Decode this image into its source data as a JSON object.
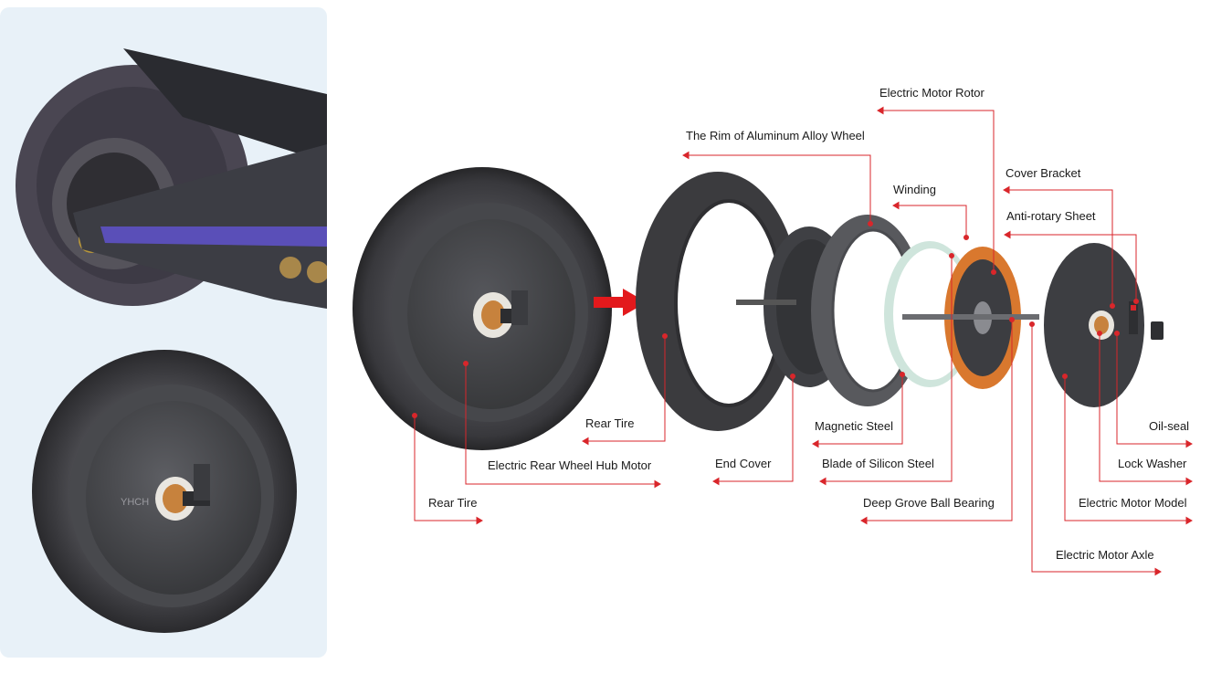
{
  "colors": {
    "leader_line": "#d9262b",
    "arrow": "#e3191c",
    "tire": "#3b3b3e",
    "hub": "#4a4b4f",
    "winding": "#d9782e",
    "silicon_ring": "#cfe5dc",
    "panel_bg": "#e8f1f8"
  },
  "photo_logo_text": "YHCH",
  "callouts": [
    {
      "id": "rear-tire-left",
      "text": "Rear Tire"
    },
    {
      "id": "hub-motor",
      "text": "Electric Rear Wheel Hub Motor"
    },
    {
      "id": "rear-tire-mid",
      "text": "Rear Tire"
    },
    {
      "id": "end-cover",
      "text": "End Cover"
    },
    {
      "id": "rim",
      "text": "The Rim of Aluminum Alloy Wheel"
    },
    {
      "id": "magnetic-steel",
      "text": "Magnetic Steel"
    },
    {
      "id": "blade-silicon",
      "text": "Blade of Silicon Steel"
    },
    {
      "id": "winding",
      "text": "Winding"
    },
    {
      "id": "ball-bearing",
      "text": "Deep Grove Ball Bearing"
    },
    {
      "id": "rotor",
      "text": "Electric Motor Rotor"
    },
    {
      "id": "cover-bracket",
      "text": "Cover Bracket"
    },
    {
      "id": "anti-rotary",
      "text": "Anti-rotary Sheet"
    },
    {
      "id": "axle",
      "text": "Electric Motor Axle"
    },
    {
      "id": "oil-seal",
      "text": "Oil-seal"
    },
    {
      "id": "lock-washer",
      "text": "Lock Washer"
    },
    {
      "id": "motor-model",
      "text": "Electric Motor Model"
    }
  ]
}
